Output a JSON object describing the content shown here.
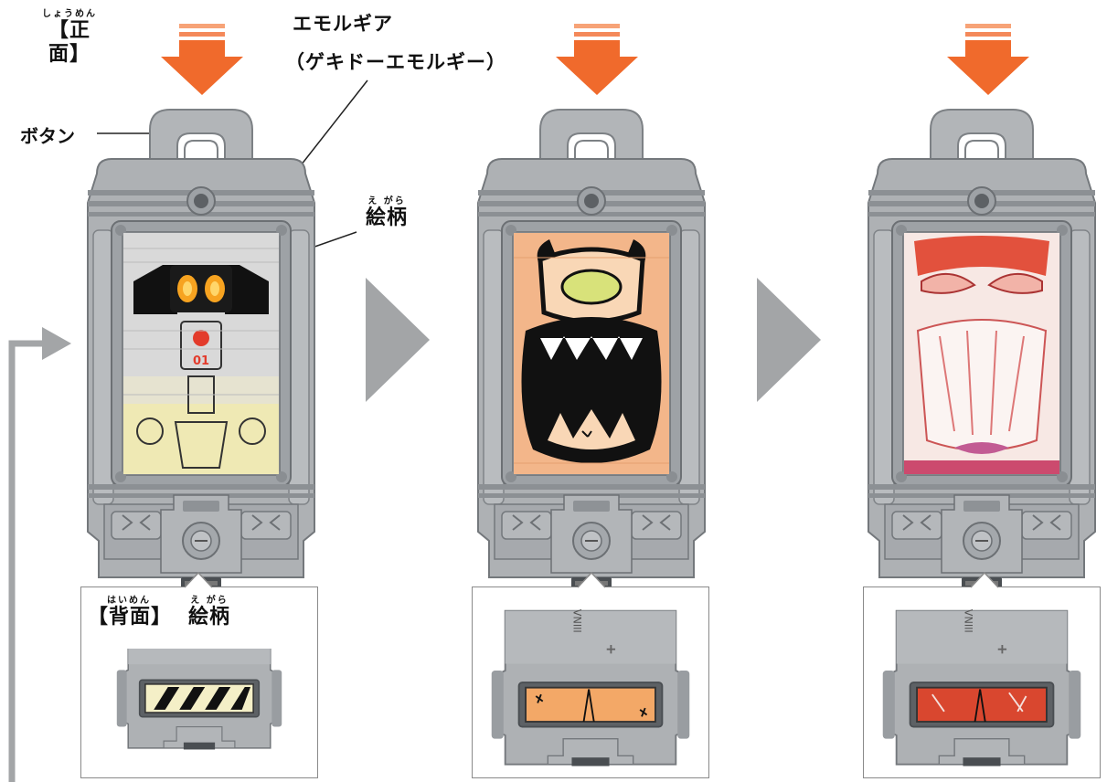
{
  "front_label": {
    "ruby": "しょうめん",
    "text": "【正面】"
  },
  "back_label": {
    "ruby": "はいめん",
    "text": "【背面】"
  },
  "callouts": {
    "button": "ボタン",
    "emolgear_line1": "エモルギア",
    "emolgear_line2": "（ゲキドーエモルギー）",
    "pattern_front_ruby": "え  がら",
    "pattern_front": "絵柄",
    "pattern_back_ruby": "え  がら",
    "pattern_back": "絵柄"
  },
  "device_faces": {
    "face1": {
      "badge_text": "01"
    },
    "face2": {},
    "face3": {}
  },
  "back_side_text": {
    "vertical_mark": "VNIII"
  },
  "colors": {
    "arrow_orange": "#f06a2c",
    "arrow_orange_light": "#f7a377",
    "device_gray": "#a9acaf",
    "device_dark": "#7b7f83",
    "progression_arrow": "#a3a5a7",
    "loop_line": "#a3a5a7"
  },
  "icons": [
    "press-down-arrow-icon",
    "next-stage-arrow-icon",
    "loop-back-arrow-icon"
  ]
}
